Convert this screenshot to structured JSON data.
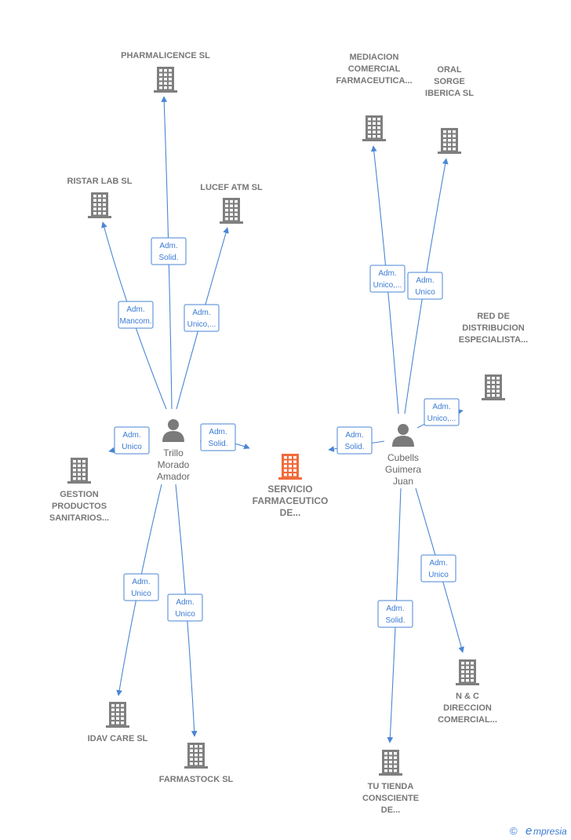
{
  "colors": {
    "edge": "#4a86d4",
    "company": "#7f7f7f",
    "focus": "#f26a3a",
    "person": "#7a7a7a",
    "label": "#777777"
  },
  "focus_company": {
    "lines": [
      "SERVICIO",
      "FARMACEUTICO",
      "DE..."
    ],
    "icon": "building-icon"
  },
  "persons": [
    {
      "id": "trillo",
      "lines": [
        "Trillo",
        "Morado",
        "Amador"
      ],
      "icon": "person-icon"
    },
    {
      "id": "cubells",
      "lines": [
        "Cubells",
        "Guimera",
        "Juan"
      ],
      "icon": "person-icon"
    }
  ],
  "companies": [
    {
      "id": "pharmalicence",
      "lines": [
        "PHARMALICENCE SL"
      ]
    },
    {
      "id": "ristar",
      "lines": [
        "RISTAR LAB  SL"
      ]
    },
    {
      "id": "lucef",
      "lines": [
        "LUCEF ATM  SL"
      ]
    },
    {
      "id": "gestion",
      "lines": [
        "GESTION",
        "PRODUCTOS",
        "SANITARIOS..."
      ]
    },
    {
      "id": "idav",
      "lines": [
        "IDAV CARE  SL"
      ]
    },
    {
      "id": "farmastock",
      "lines": [
        "FARMASTOCK SL"
      ]
    },
    {
      "id": "mediacion",
      "lines": [
        "MEDIACION",
        "COMERCIAL",
        "FARMACEUTICA..."
      ]
    },
    {
      "id": "oral",
      "lines": [
        "ORAL",
        "SORGE",
        "IBERICA SL"
      ]
    },
    {
      "id": "red",
      "lines": [
        "RED DE",
        "DISTRIBUCION",
        "ESPECIALISTA..."
      ]
    },
    {
      "id": "nc",
      "lines": [
        "N & C",
        "DIRECCION",
        "COMERCIAL..."
      ]
    },
    {
      "id": "tutienda",
      "lines": [
        "TU TIENDA",
        "CONSCIENTE",
        "DE..."
      ]
    }
  ],
  "edges": [
    {
      "from": "trillo",
      "to": "pharmalicence",
      "role": [
        "Adm.",
        "Solid."
      ]
    },
    {
      "from": "trillo",
      "to": "ristar",
      "role": [
        "Adm.",
        "Mancom."
      ]
    },
    {
      "from": "trillo",
      "to": "lucef",
      "role": [
        "Adm.",
        "Unico,..."
      ]
    },
    {
      "from": "trillo",
      "to": "gestion",
      "role": [
        "Adm.",
        "Unico"
      ]
    },
    {
      "from": "trillo",
      "to": "focus",
      "role": [
        "Adm.",
        "Solid."
      ]
    },
    {
      "from": "trillo",
      "to": "idav",
      "role": [
        "Adm.",
        "Unico"
      ]
    },
    {
      "from": "trillo",
      "to": "farmastock",
      "role": [
        "Adm.",
        "Unico"
      ]
    },
    {
      "from": "cubells",
      "to": "mediacion",
      "role": [
        "Adm.",
        "Unico,..."
      ]
    },
    {
      "from": "cubells",
      "to": "oral",
      "role": [
        "Adm.",
        "Unico"
      ]
    },
    {
      "from": "cubells",
      "to": "red",
      "role": [
        "Adm.",
        "Unico,..."
      ]
    },
    {
      "from": "cubells",
      "to": "focus",
      "role": [
        "Adm.",
        "Solid."
      ]
    },
    {
      "from": "cubells",
      "to": "nc",
      "role": [
        "Adm.",
        "Unico"
      ]
    },
    {
      "from": "cubells",
      "to": "tutienda",
      "role": [
        "Adm.",
        "Solid."
      ]
    }
  ],
  "watermark": {
    "symbol": "©",
    "brand": "mpresia",
    "logo_letter": "e"
  }
}
